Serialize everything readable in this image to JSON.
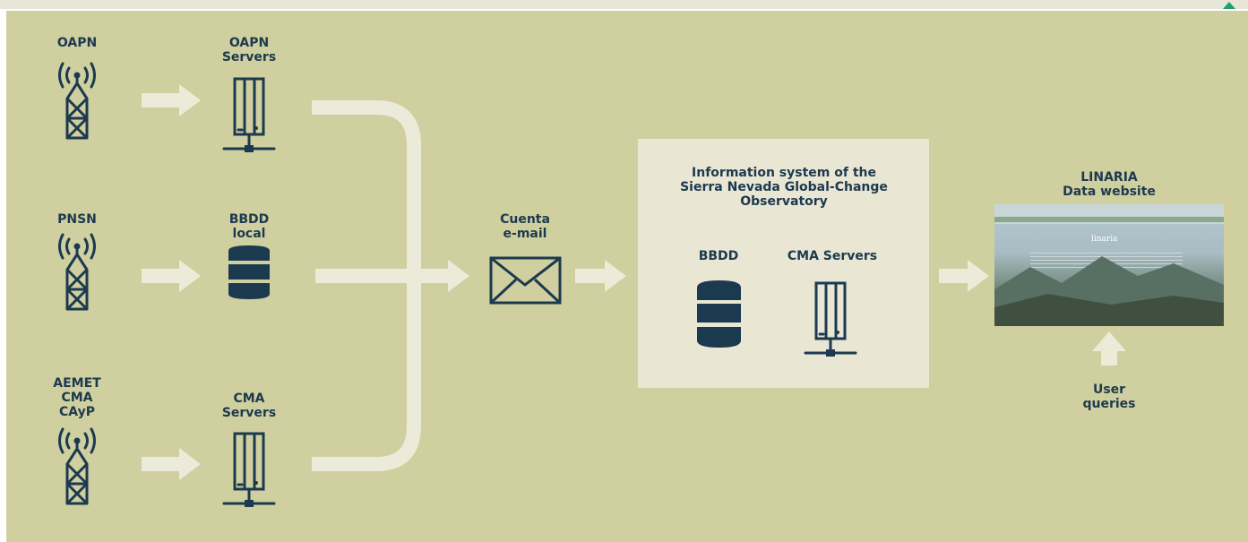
{
  "colors": {
    "background": "#d0cf9f",
    "ink": "#1c3a4f",
    "arrows": "#ecebd9",
    "panel": "#e9e6d4",
    "corner_accent": "#1e9e6e"
  },
  "sources": {
    "oapn": {
      "label": "OAPN",
      "icon": "radio-tower-icon"
    },
    "pnsn": {
      "label": "PNSN",
      "icon": "radio-tower-icon"
    },
    "aemet": {
      "lines": [
        "AEMET",
        "CMA",
        "CAyP"
      ],
      "icon": "radio-tower-icon"
    }
  },
  "storage": {
    "oapn_servers": {
      "lines": [
        "OAPN",
        "Servers"
      ],
      "icon": "server-icon"
    },
    "bbdd_local": {
      "lines": [
        "BBDD",
        "local"
      ],
      "icon": "database-icon"
    },
    "cma_servers": {
      "lines": [
        "CMA",
        "Servers"
      ],
      "icon": "server-icon"
    }
  },
  "email": {
    "lines": [
      "Cuenta",
      "e-mail"
    ],
    "icon": "envelope-icon"
  },
  "information_system": {
    "title_lines": [
      "Information system of the",
      "Sierra Nevada Global-Change",
      "Observatory"
    ],
    "bbdd_label": "BBDD",
    "cma_servers_label": "CMA Servers"
  },
  "website": {
    "lines": [
      "LINARIA",
      "Data website"
    ],
    "screenshot_title": "linaria"
  },
  "user_queries": {
    "lines": [
      "User",
      "queries"
    ]
  }
}
